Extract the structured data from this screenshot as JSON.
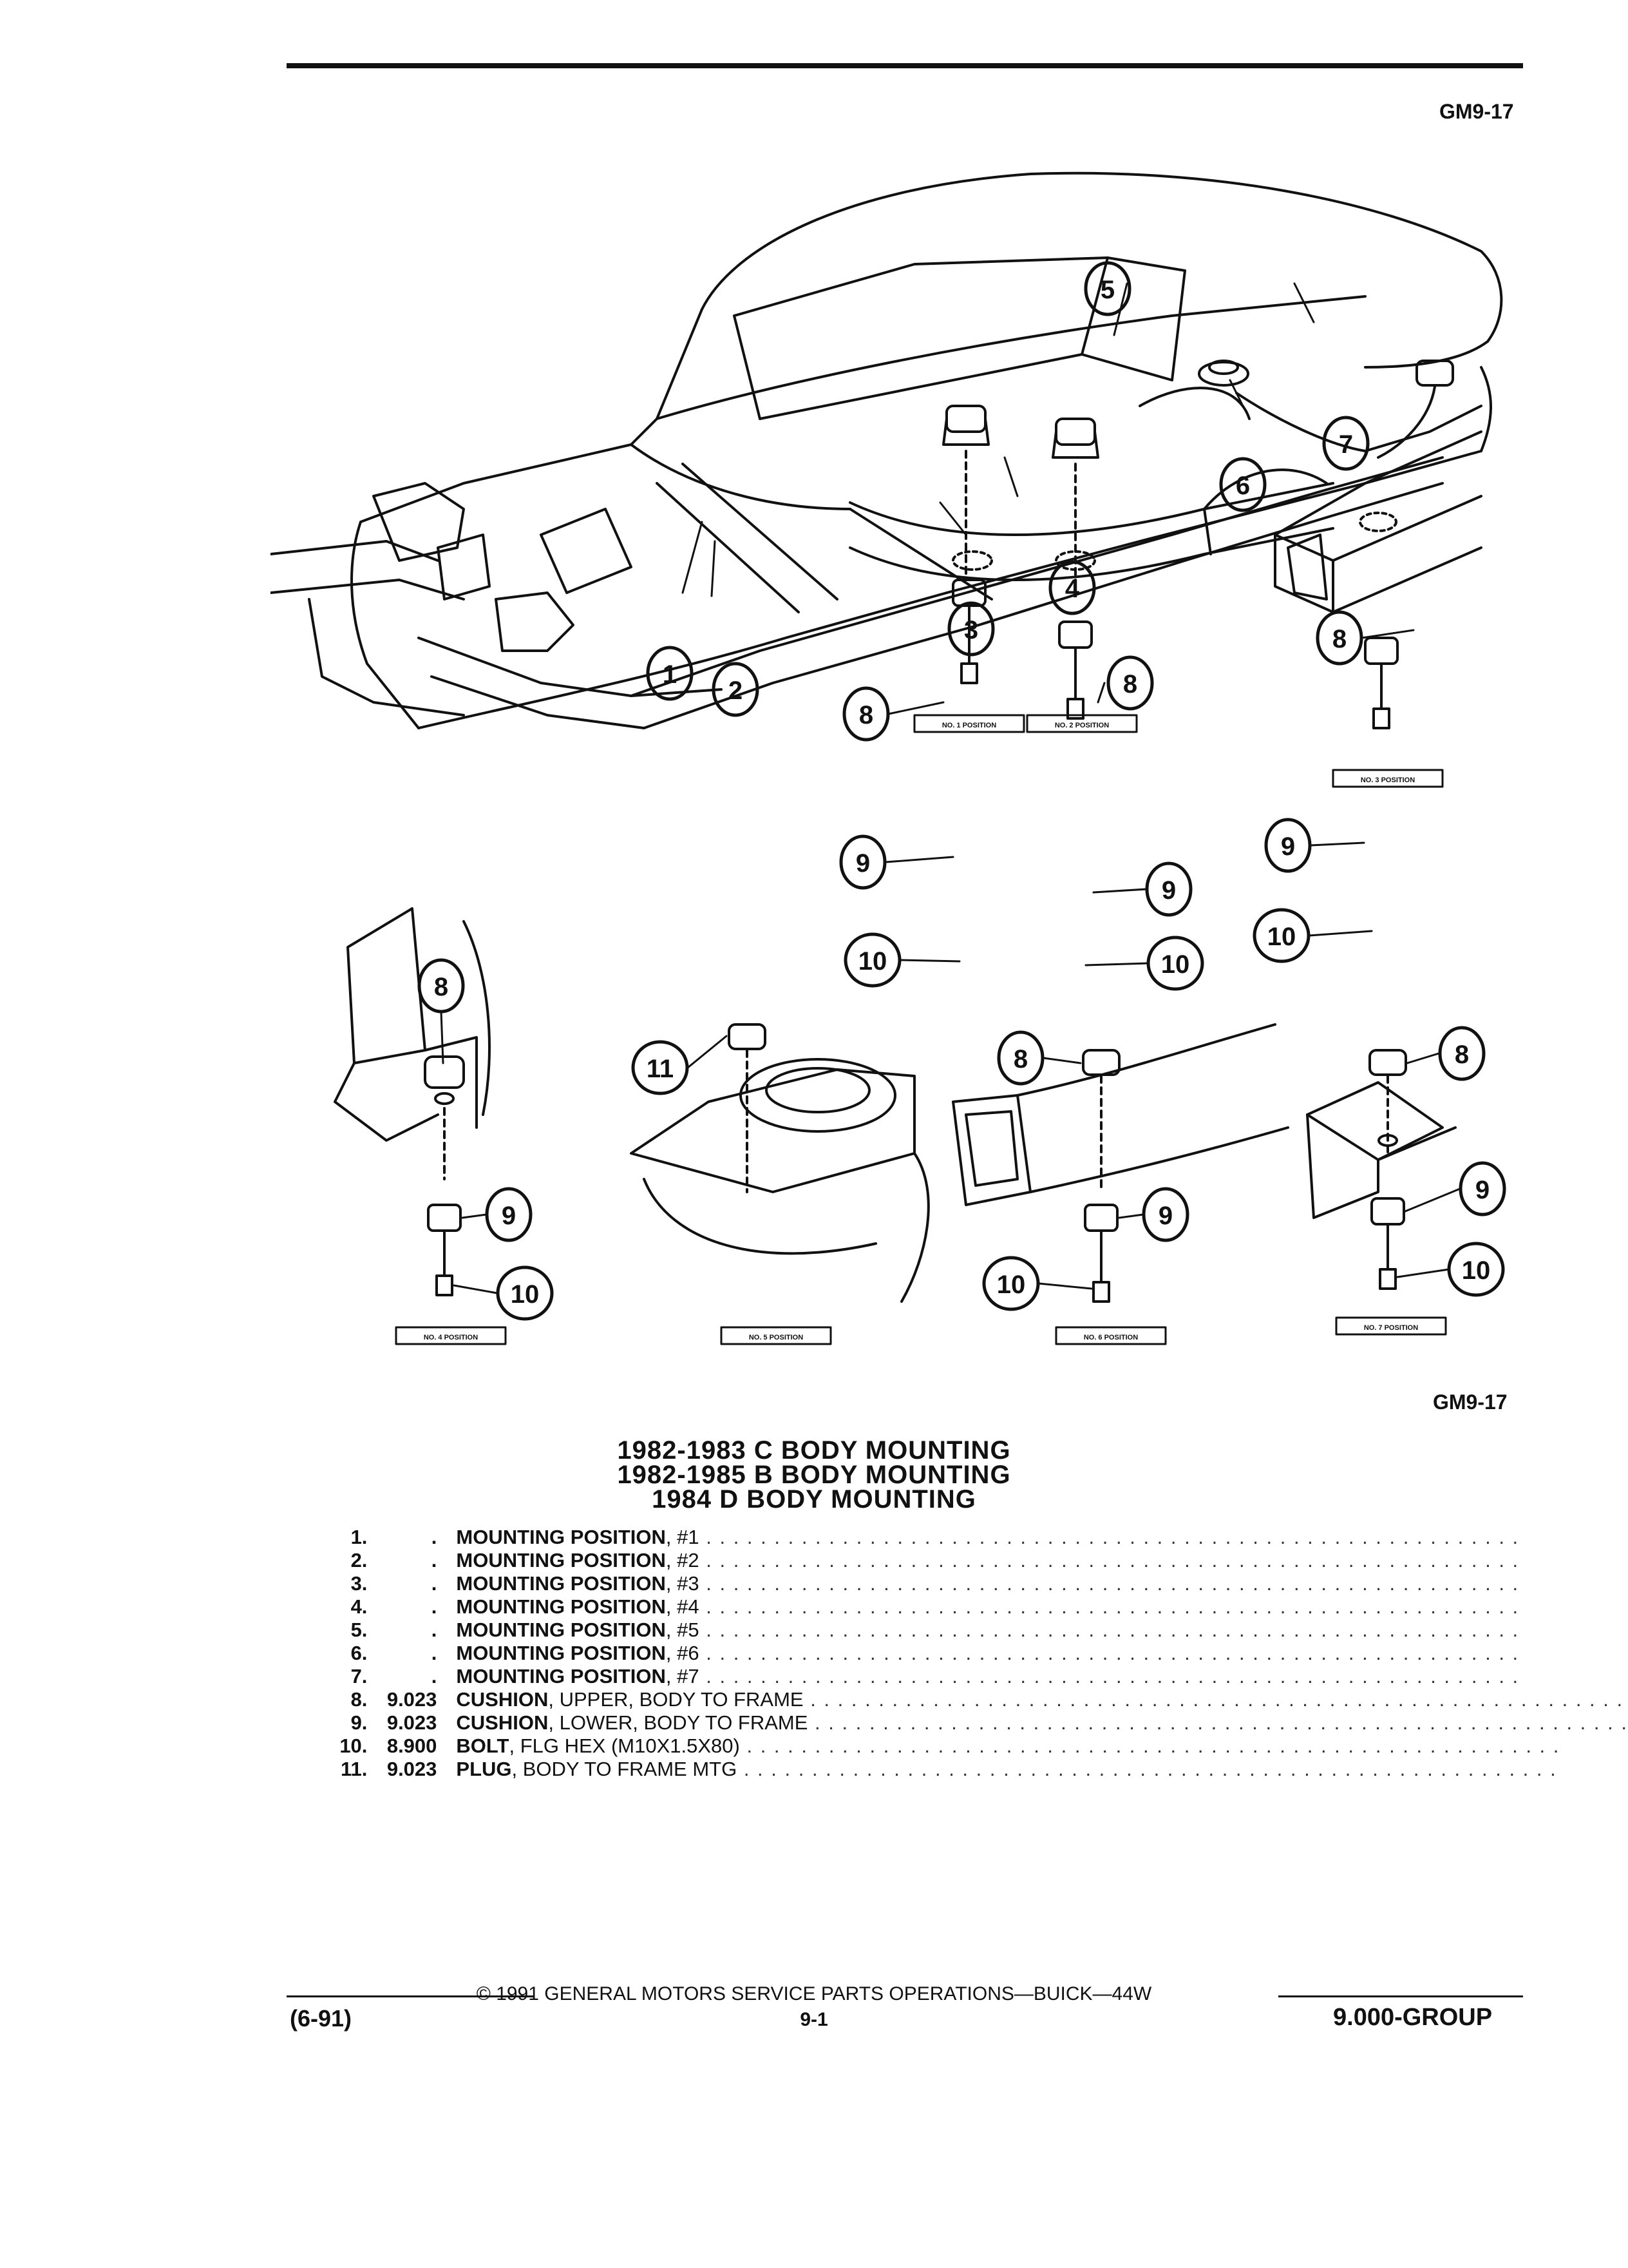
{
  "figure_code": "GM9-17",
  "titles": [
    "1982-1983 C BODY MOUNTING",
    "1982-1985 B BODY MOUNTING",
    "1984 D BODY MOUNTING"
  ],
  "callouts": [
    "1",
    "2",
    "3",
    "4",
    "5",
    "6",
    "7",
    "8",
    "9",
    "10",
    "11"
  ],
  "position_labels": {
    "p1": "NO. 1 POSITION",
    "p2": "NO. 2 POSITION",
    "p3": "NO. 3 POSITION",
    "p4": "NO. 4 POSITION",
    "p5": "NO. 5 POSITION",
    "p6": "NO. 6 POSITION",
    "p7": "NO. 7 POSITION"
  },
  "parts": [
    {
      "num": "1.",
      "group": ".",
      "name": "MOUNTING POSITION",
      "detail": ", #1"
    },
    {
      "num": "2.",
      "group": ".",
      "name": "MOUNTING POSITION",
      "detail": ", #2"
    },
    {
      "num": "3.",
      "group": ".",
      "name": "MOUNTING POSITION",
      "detail": ", #3"
    },
    {
      "num": "4.",
      "group": ".",
      "name": "MOUNTING POSITION",
      "detail": ", #4"
    },
    {
      "num": "5.",
      "group": ".",
      "name": "MOUNTING POSITION",
      "detail": ", #5"
    },
    {
      "num": "6.",
      "group": ".",
      "name": "MOUNTING POSITION",
      "detail": ", #6"
    },
    {
      "num": "7.",
      "group": ".",
      "name": "MOUNTING POSITION",
      "detail": ", #7"
    },
    {
      "num": "8.",
      "group": "9.023",
      "name": "CUSHION",
      "detail": ", UPPER, BODY TO FRAME"
    },
    {
      "num": "9.",
      "group": "9.023",
      "name": "CUSHION",
      "detail": ", LOWER, BODY TO FRAME"
    },
    {
      "num": "10.",
      "group": "8.900",
      "name": "BOLT",
      "detail": ", FLG HEX (M10X1.5X80)"
    },
    {
      "num": "11.",
      "group": "9.023",
      "name": "PLUG",
      "detail": ", BODY TO FRAME MTG"
    }
  ],
  "footer": {
    "date": "(6-91)",
    "copyright": "© 1991 GENERAL MOTORS SERVICE PARTS OPERATIONS—BUICK—44W",
    "page": "9-1",
    "group": "9.000-GROUP"
  }
}
